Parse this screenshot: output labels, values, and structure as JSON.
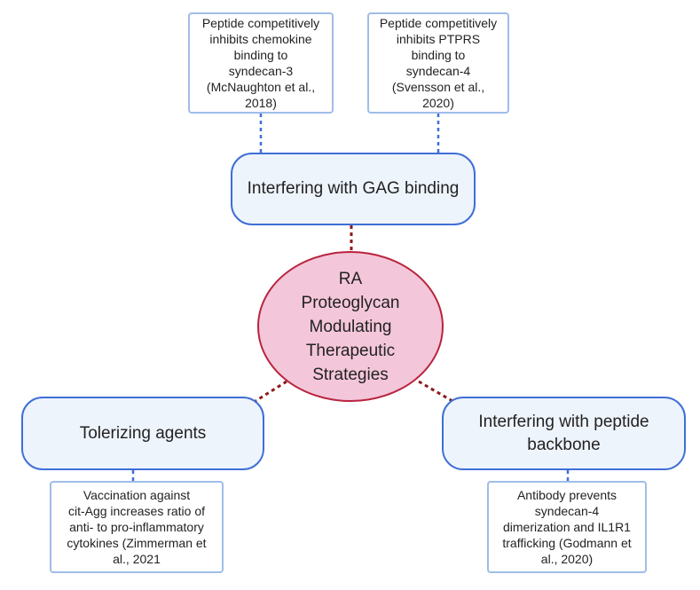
{
  "center": {
    "label": "RA\nProteoglycan\nModulating\nTherapeutic\nStrategies"
  },
  "strategies": {
    "gag": "Interfering with GAG binding",
    "tolerizing": "Tolerizing agents",
    "backbone": "Interfering with peptide\nbackbone"
  },
  "references": {
    "mcnaughton": "Peptide competitively\ninhibits chemokine\nbinding to\nsyndecan-3\n(McNaughton et al.,\n2018)",
    "svensson": "Peptide competitively\ninhibits PTPRS\nbinding to\nsyndecan-4\n(Svensson et al.,\n2020)",
    "zimmerman": "Vaccination against\ncit-Agg increases ratio of\nanti- to pro-inflammatory\ncytokines (Zimmerman et\nal., 2021",
    "godmann": "Antibody prevents\nsyndecan-4\ndimerization and IL1R1\ntrafficking (Godmann et\nal., 2020)"
  },
  "colors": {
    "center_fill": "#f4c6d9",
    "center_border": "#b8243f",
    "strategy_fill": "#eef4fc",
    "strategy_border": "#3f6fd6",
    "ref_border": "#9fbde8",
    "dashed_red": "#8b1a1a",
    "dashed_blue": "#3f6fd6"
  }
}
